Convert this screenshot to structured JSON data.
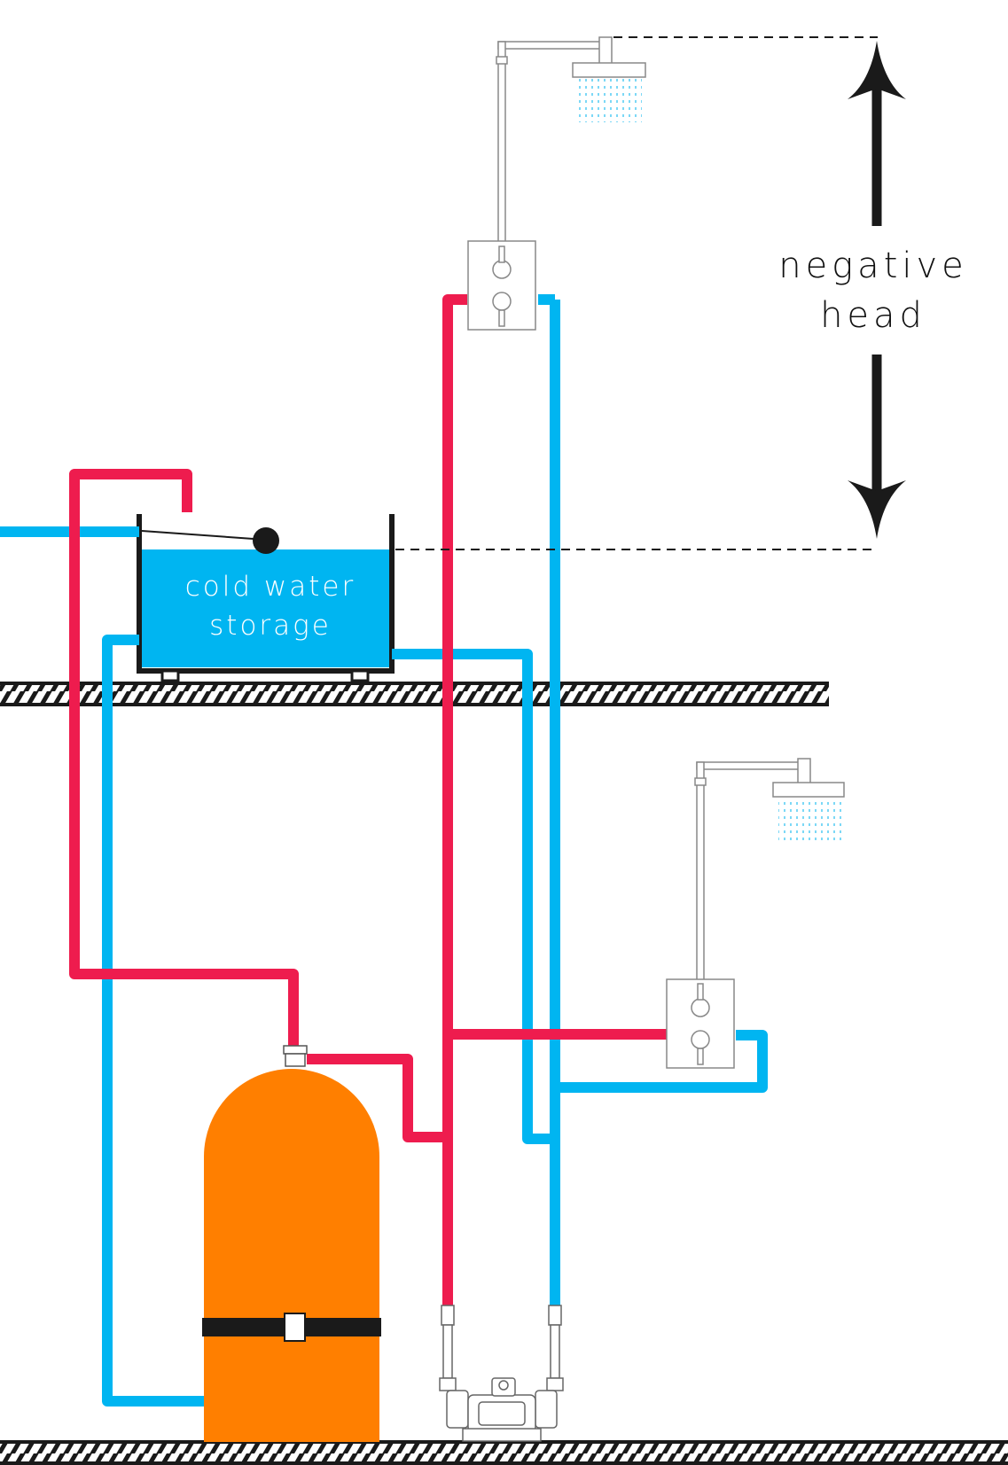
{
  "labels": {
    "tank_line1": "cold water",
    "tank_line2": "storage",
    "head_line1": "negative",
    "head_line2": "head"
  },
  "colors": {
    "cold_pipe": "#00b5f1",
    "hot_pipe": "#ee1c4e",
    "tank_water": "#00b5f1",
    "cylinder": "#ff7f00",
    "structure": "#1a1a1a"
  },
  "icons": [
    "shower-head-icon",
    "shower-valve-icon",
    "pump-icon",
    "float-valve-icon"
  ]
}
